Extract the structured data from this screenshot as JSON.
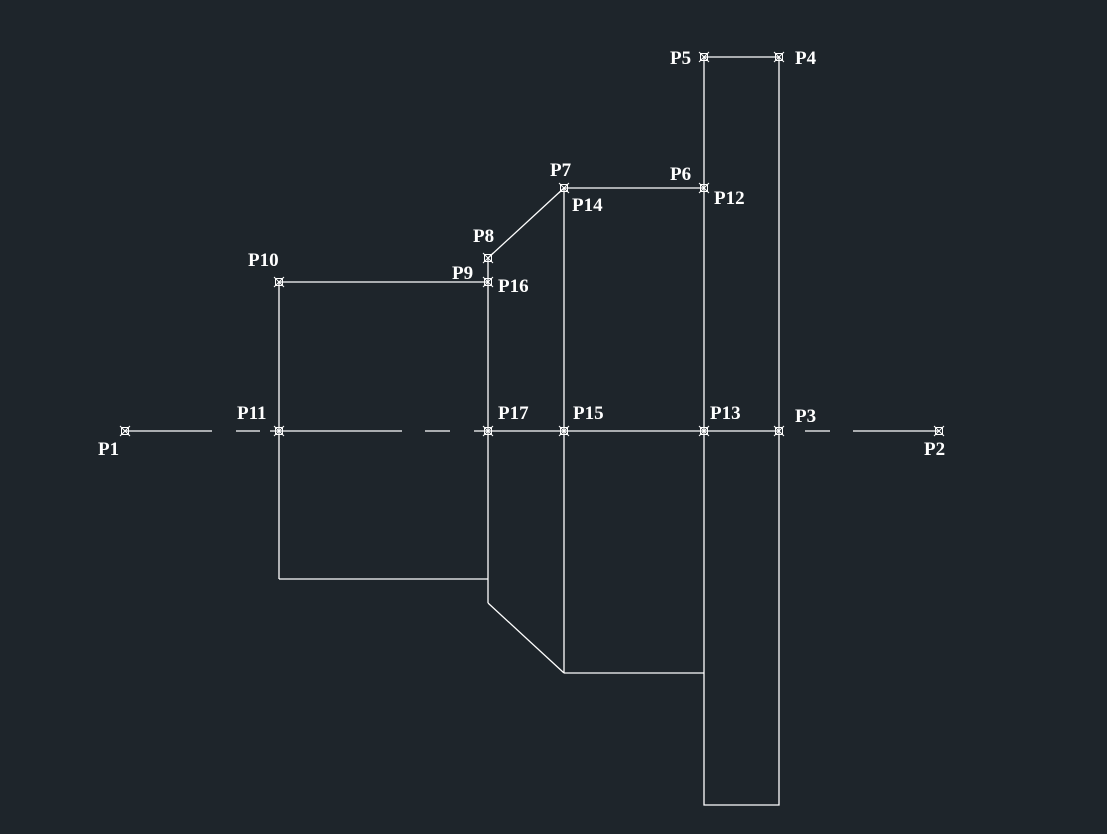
{
  "drawing": {
    "background": "#1e252b",
    "line_color": "#ffffff",
    "points": {
      "p1": "P1",
      "p2": "P2",
      "p3": "P3",
      "p4": "P4",
      "p5": "P5",
      "p6": "P6",
      "p7": "P7",
      "p8": "P8",
      "p9": "P9",
      "p10": "P10",
      "p11": "P11",
      "p12": "P12",
      "p13": "P13",
      "p14": "P14",
      "p15": "P15",
      "p16": "P16",
      "p17": "P17"
    }
  }
}
